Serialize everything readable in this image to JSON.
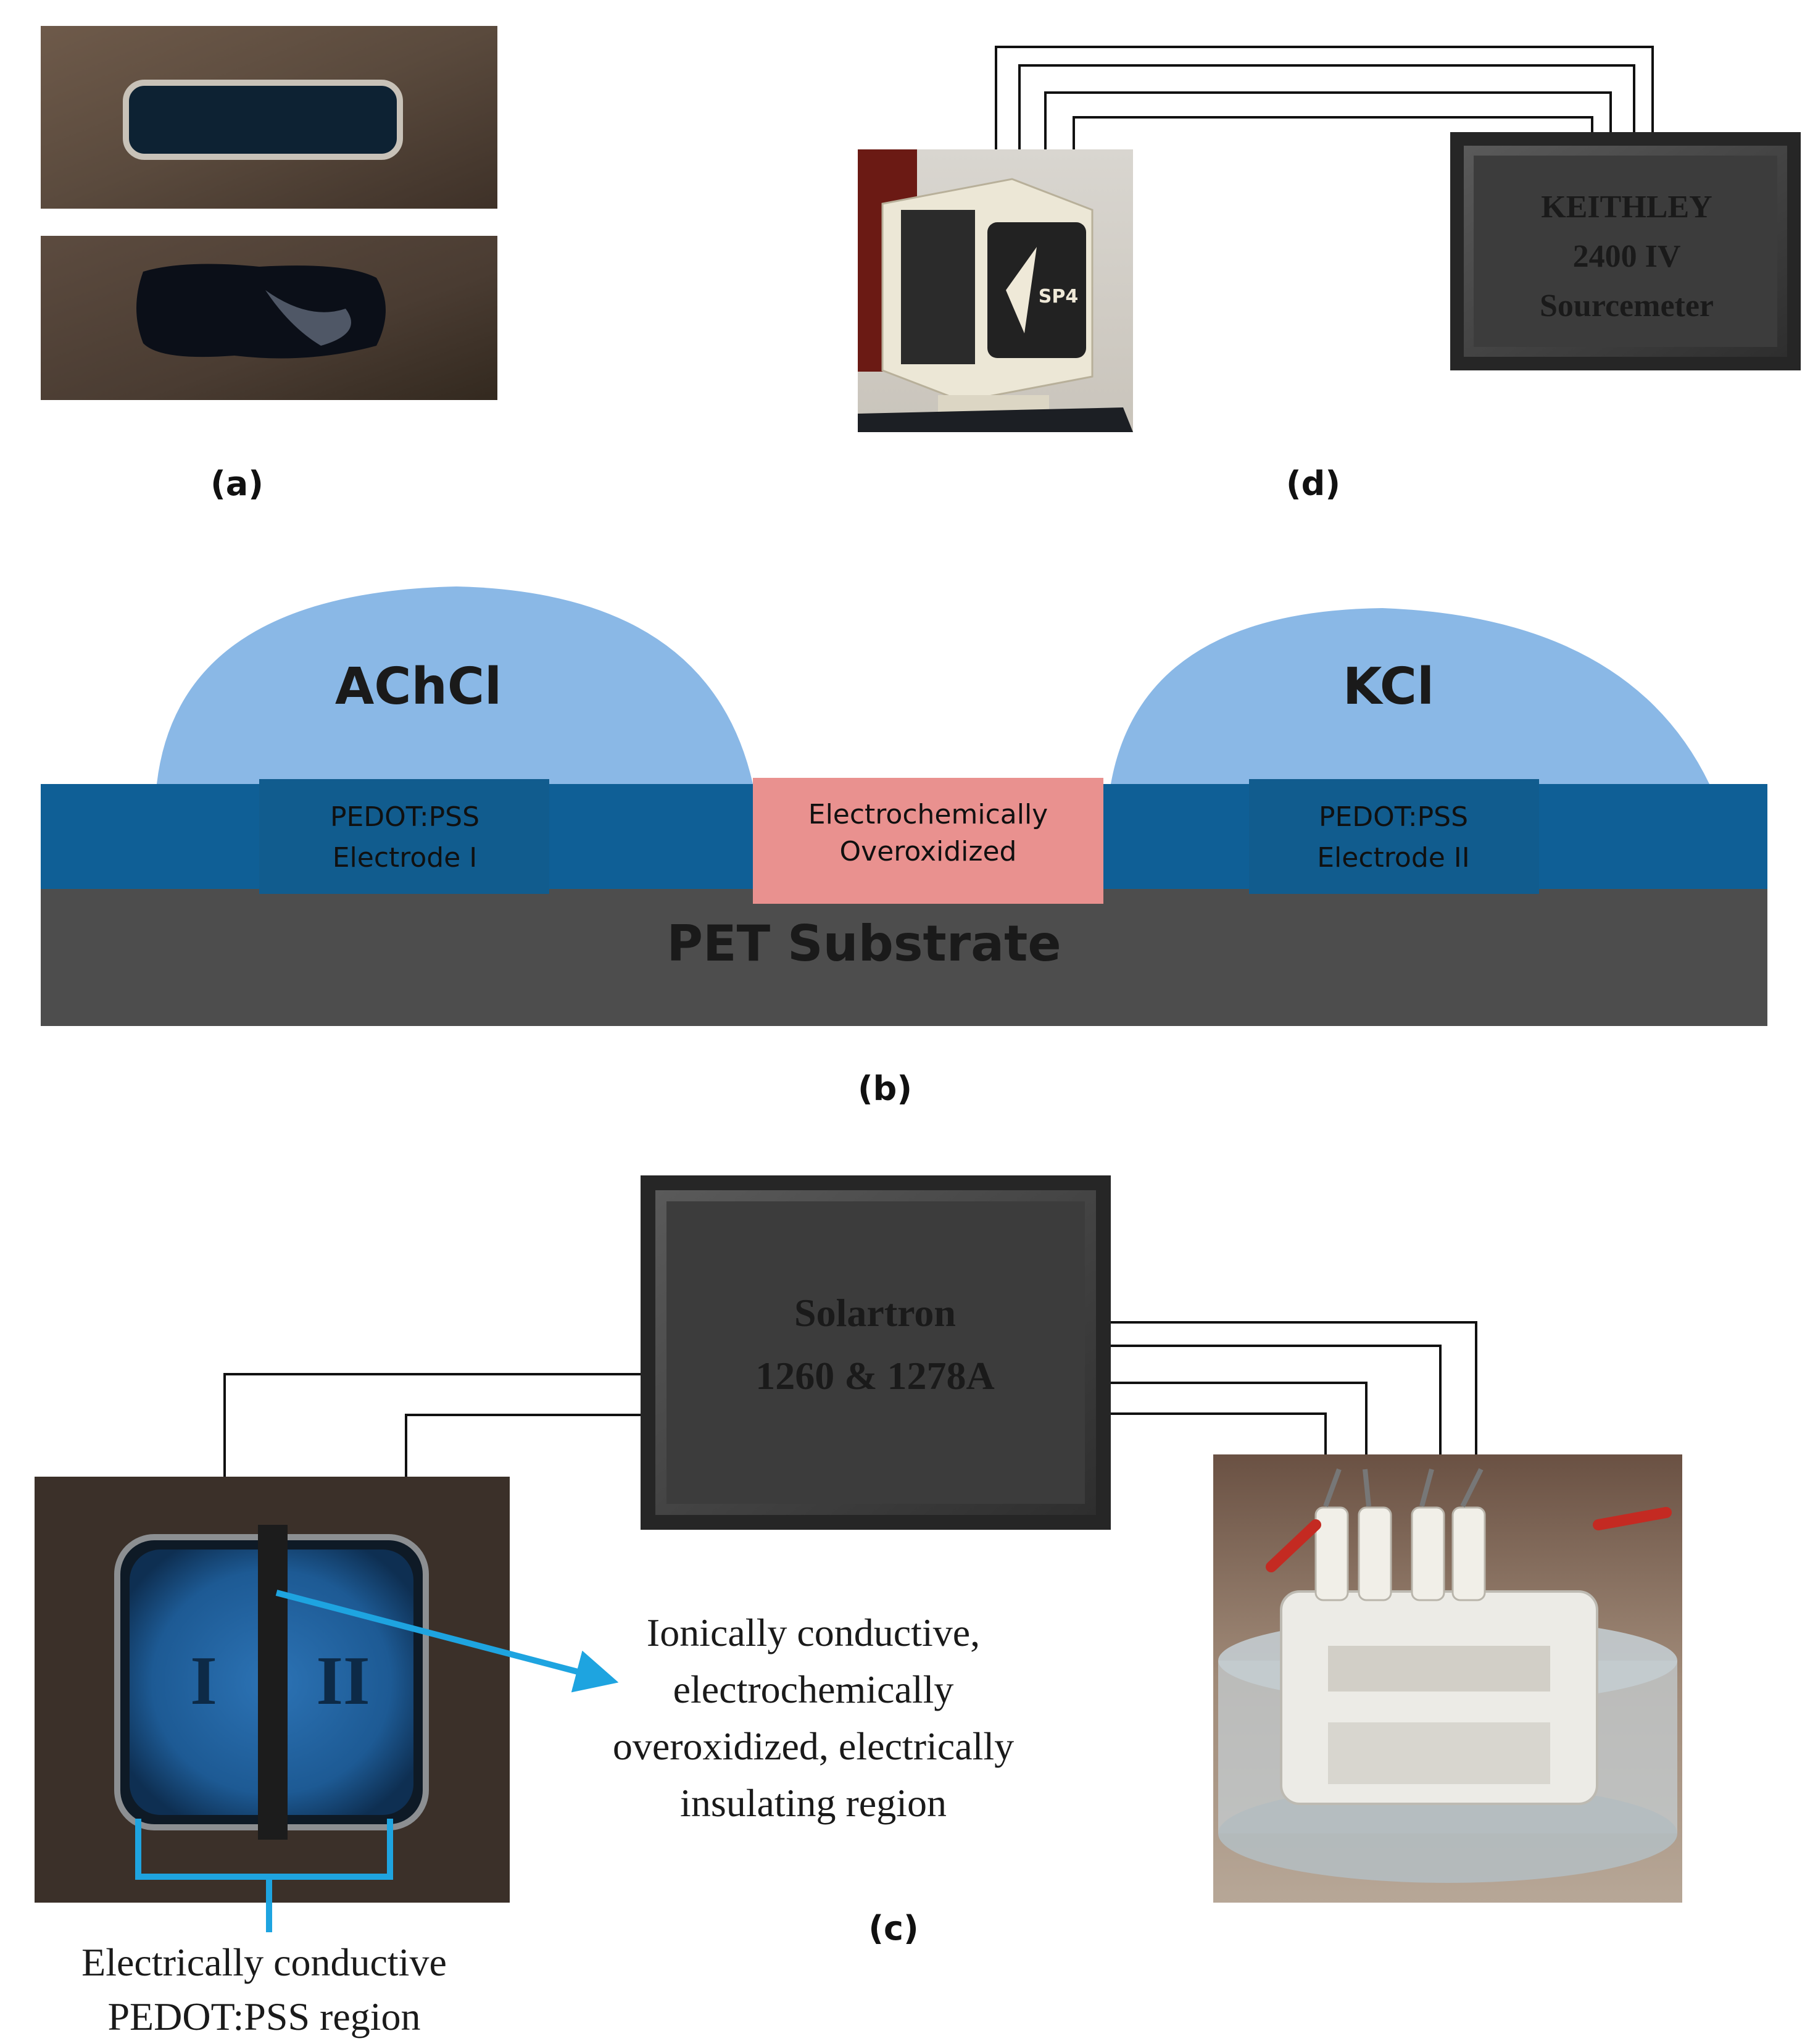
{
  "panels": {
    "a": "(a)",
    "b": "(b)",
    "c": "(c)",
    "d": "(d)"
  },
  "panel_d": {
    "probe_logo": "SP4",
    "instrument": [
      "KEITHLEY",
      "2400 IV",
      "Sourcemeter"
    ]
  },
  "panel_b": {
    "droplet_left": "AChCl",
    "droplet_right": "KCl",
    "electrode_left": [
      "PEDOT:PSS",
      "Electrode I"
    ],
    "center_region": [
      "Electrochemically",
      "Overoxidized"
    ],
    "electrode_right": [
      "PEDOT:PSS",
      "Electrode II"
    ],
    "substrate": "PET Substrate"
  },
  "panel_c": {
    "instrument": [
      "Solartron",
      "1260 & 1278A"
    ],
    "region_left": "I",
    "region_right": "II",
    "insulating_note": [
      "Ionically conductive,",
      "electrochemically",
      "overoxidized, electrically",
      "insulating region"
    ],
    "conductive_note": [
      "Electrically conductive",
      "PEDOT:PSS region"
    ]
  },
  "colors": {
    "droplet": "#8ab8e6",
    "pedot": "#0f5f96",
    "overoxidized": "#e9918f",
    "substrate": "#4d4d4d",
    "instrument_box": "#3a3a3a",
    "arrow": "#1ea4e0"
  }
}
